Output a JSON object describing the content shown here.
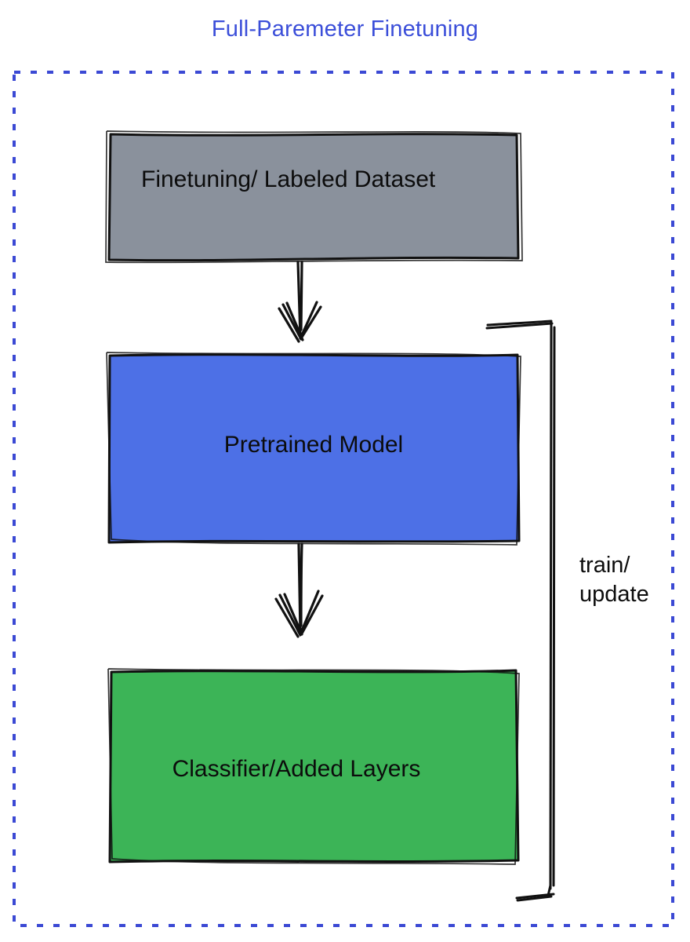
{
  "title": "Full-Paremeter Finetuning",
  "nodes": {
    "dataset": {
      "label": "Finetuning/ Labeled Dataset",
      "fill": "#8a919c"
    },
    "pretrained": {
      "label": "Pretrained Model",
      "fill": "#4d70e6"
    },
    "classifier": {
      "label": "Classifier/Added Layers",
      "fill": "#3cb457"
    }
  },
  "annotations": {
    "train_update": "train/\nupdate"
  },
  "colors": {
    "title": "#3b4ed9",
    "frame": "#3b49d4",
    "stroke": "#111111",
    "background": "#ffffff"
  }
}
